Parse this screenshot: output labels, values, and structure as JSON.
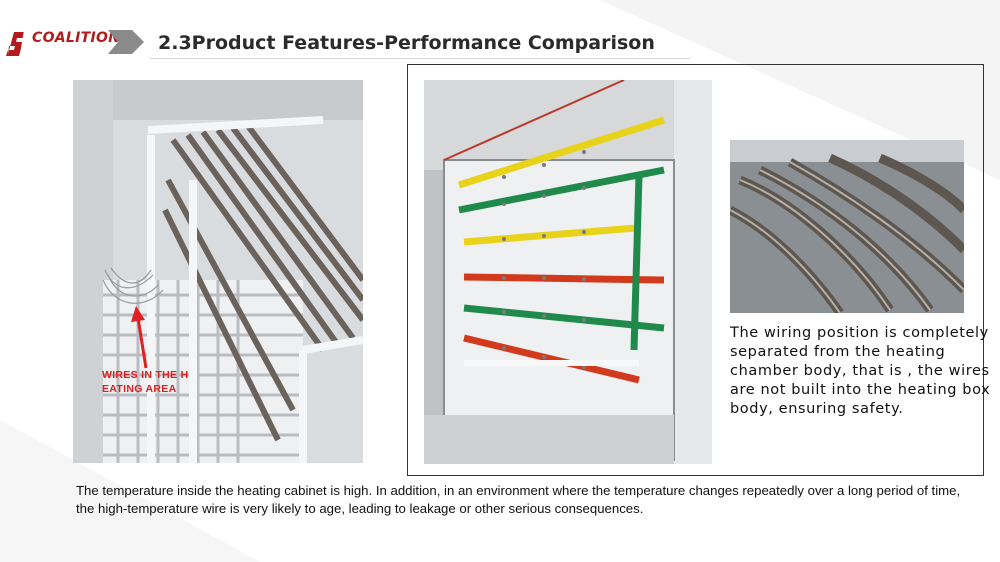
{
  "header": {
    "logo_text": "COALITION",
    "title": "2.3Product Features-Performance Comparison"
  },
  "left_photo": {
    "annotation": "WIRES IN THE H\nEATING AREA"
  },
  "right_panel": {
    "description": "The wiring position is completely separated from the  heating chamber body, that is , the wires are not built into the heating box body, ensuring safety."
  },
  "footer": {
    "paragraph": "The temperature inside the heating cabinet is high. In addition, in an environment where the temperature changes repeatedly over a long period of time, the high-temperature wire is very likely to age, leading to leakage or other serious consequences."
  },
  "colors": {
    "brand_red": "#b31b1b",
    "annotation_red": "#e02020",
    "bar_yellow": "#e8d21a",
    "bar_green": "#1f8a4c",
    "bar_red": "#d23a1e"
  }
}
